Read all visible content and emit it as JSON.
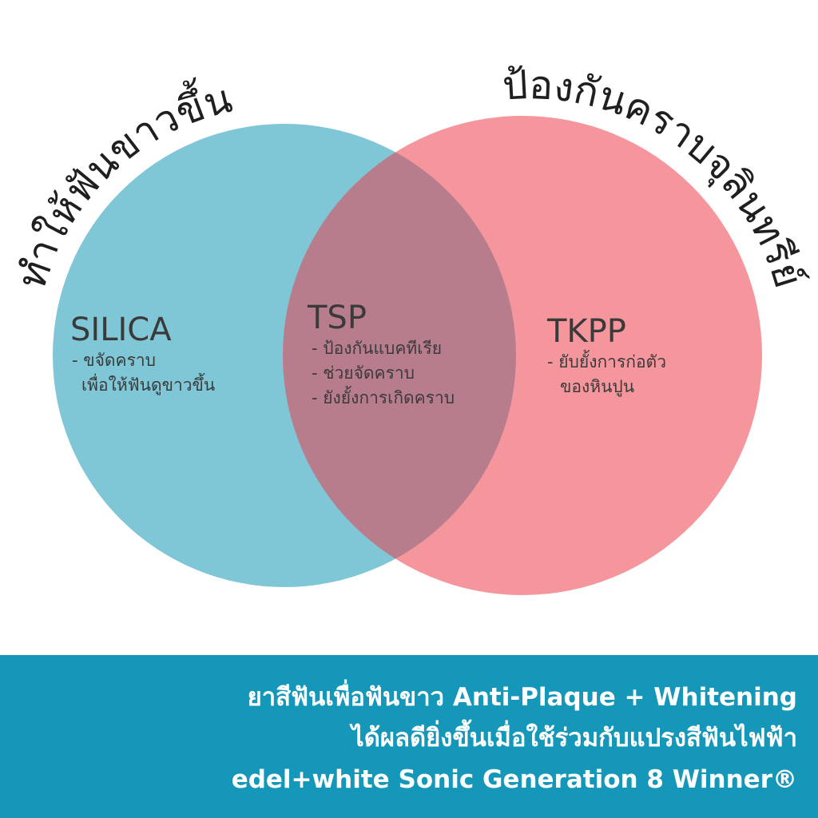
{
  "venn": {
    "arc_left": "ทำให้ฟันขาวขึ้น",
    "arc_right": "ป้องกันคราบจุลินทรีย์",
    "left": {
      "title": "SILICA",
      "lines": [
        "- ขจัดคราบ",
        "เพื่อให้ฟันดูขาวขึ้น"
      ]
    },
    "center": {
      "title": "TSP",
      "lines": [
        "- ป้องกันแบคทีเรีย",
        "- ช่วยจัดคราบ",
        "- ยังยั้งการเกิดคราบ"
      ]
    },
    "right": {
      "title": "TKPP",
      "lines": [
        "- ยับยั้งการก่อตัว",
        "ของหินปูน"
      ]
    },
    "colors": {
      "left_circle": "#7fc6d6",
      "right_circle": "#f5959c",
      "overlap": "#b87d8c"
    }
  },
  "banner": {
    "lines": [
      "ยาสีฟันเพื่อฟันขาว Anti-Plaque + Whitening",
      "ได้ผลดียิ่งขึ้นเมื่อใช้ร่วมกับแปรงสีฟันไฟฟ้า",
      "edel+white Sonic Generation 8 Winner®"
    ],
    "color": "#1497b9"
  }
}
